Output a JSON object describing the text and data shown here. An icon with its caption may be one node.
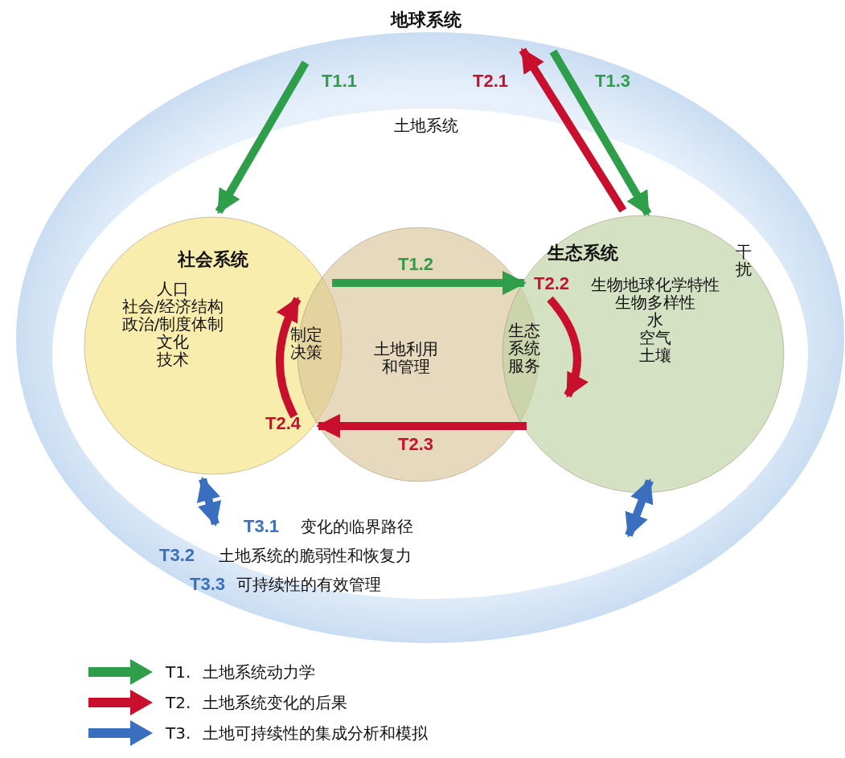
{
  "diagram": {
    "nodes": [
      {
        "text": [
          "地球系统"
        ]
      },
      {
        "text": [
          "土地系统"
        ],
        "in": 0
      },
      {
        "text": [
          "社会系统",
          "人口",
          "社会/经济结构",
          "政治/制度体制",
          "文化",
          "技术"
        ],
        "in": 1
      },
      {
        "text": [
          "土地利用和管理"
        ],
        "in": 1
      },
      {
        "text": [
          "生态系统",
          "生物地球化学特性",
          "生物多样性",
          "水",
          "空气",
          "土壤",
          "干扰"
        ],
        "in": 1
      }
    ],
    "edges": [
      {
        "from": 0,
        "to": 2,
        "arrow": "to",
        "label": "T1.1",
        "color": "#2e9e4a"
      },
      {
        "from": 4,
        "to": 0,
        "arrow": "to",
        "label": "T2.1",
        "color": "#c8102e"
      },
      {
        "from": 0,
        "to": 4,
        "arrow": "to",
        "label": "T1.3",
        "color": "#2e9e4a"
      },
      {
        "from": 3,
        "to": 4,
        "arrow": "to",
        "label": "T1.2",
        "color": "#2e9e4a"
      },
      {
        "from": 4,
        "to": 3,
        "arrow": "to",
        "label": "T2.3",
        "color": "#c8102e"
      },
      {
        "from": 2,
        "to": null,
        "arrow": "both",
        "color": "#3a6fc0"
      },
      {
        "from": 4,
        "to": null,
        "arrow": "both",
        "color": "#3a6fc0"
      },
      {
        "from": 4,
        "to": 3,
        "arrow": "to",
        "label": "T2.2",
        "color": "#c8102e"
      },
      {
        "from": 2,
        "to": 3,
        "arrow": "to",
        "label": "T2.4",
        "color": "#c8102e"
      }
    ],
    "labels": [
      "制定决策",
      "生态系统服务",
      "T3.1",
      "变化的临界路径",
      "T3.2",
      "土地系统的脆弱性和恢复力",
      "T3.3",
      "可持续性的有效管理"
    ],
    "legend": [
      {
        "text": "T1. 土地系统动力学",
        "color": "#2e9e4a"
      },
      {
        "text": "T2. 土地系统变化的后果",
        "color": "#c8102e"
      },
      {
        "text": "T3. 土地可持续性的集成分析和模拟",
        "color": "#3a6fc0"
      }
    ]
  }
}
